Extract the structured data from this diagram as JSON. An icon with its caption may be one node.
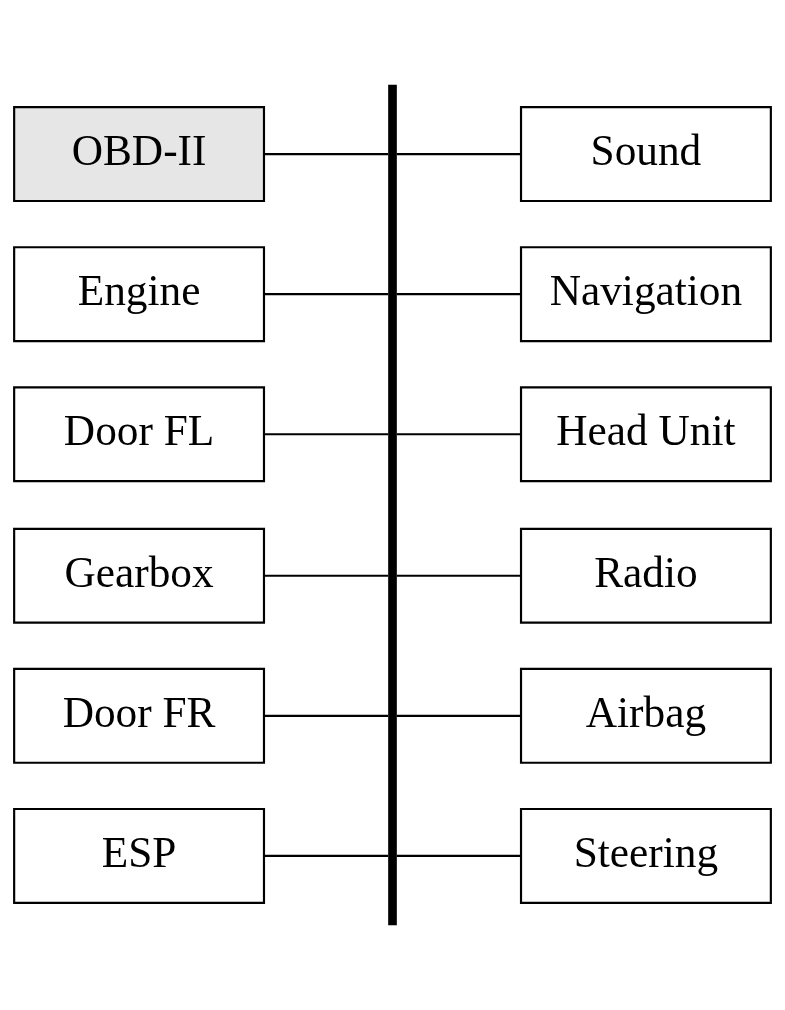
{
  "diagram": {
    "nodes": [
      {
        "text": [
          "OBD-II"
        ]
      },
      {
        "text": [
          "Sound"
        ]
      },
      {
        "text": [
          "Engine"
        ]
      },
      {
        "text": [
          "Navigation"
        ]
      },
      {
        "text": [
          "Door FL"
        ]
      },
      {
        "text": [
          "Head Unit"
        ]
      },
      {
        "text": [
          "Gearbox"
        ]
      },
      {
        "text": [
          "Radio"
        ]
      },
      {
        "text": [
          "Door FR"
        ]
      },
      {
        "text": [
          "Airbag"
        ]
      },
      {
        "text": [
          "ESP"
        ]
      },
      {
        "text": [
          "Steering"
        ]
      },
      {
        "text": [],
        "shape": "bar"
      }
    ],
    "edges": [
      {
        "from": 0,
        "to": 12,
        "arrow": "none"
      },
      {
        "from": 12,
        "to": 1,
        "arrow": "none"
      },
      {
        "from": 2,
        "to": 12,
        "arrow": "none"
      },
      {
        "from": 12,
        "to": 3,
        "arrow": "none"
      },
      {
        "from": 4,
        "to": 12,
        "arrow": "none"
      },
      {
        "from": 12,
        "to": 5,
        "arrow": "none"
      },
      {
        "from": 6,
        "to": 12,
        "arrow": "none"
      },
      {
        "from": 12,
        "to": 7,
        "arrow": "none"
      },
      {
        "from": 8,
        "to": 12,
        "arrow": "none"
      },
      {
        "from": 12,
        "to": 9,
        "arrow": "none"
      },
      {
        "from": 10,
        "to": 12,
        "arrow": "none"
      },
      {
        "from": 12,
        "to": 11,
        "arrow": "none"
      }
    ]
  }
}
